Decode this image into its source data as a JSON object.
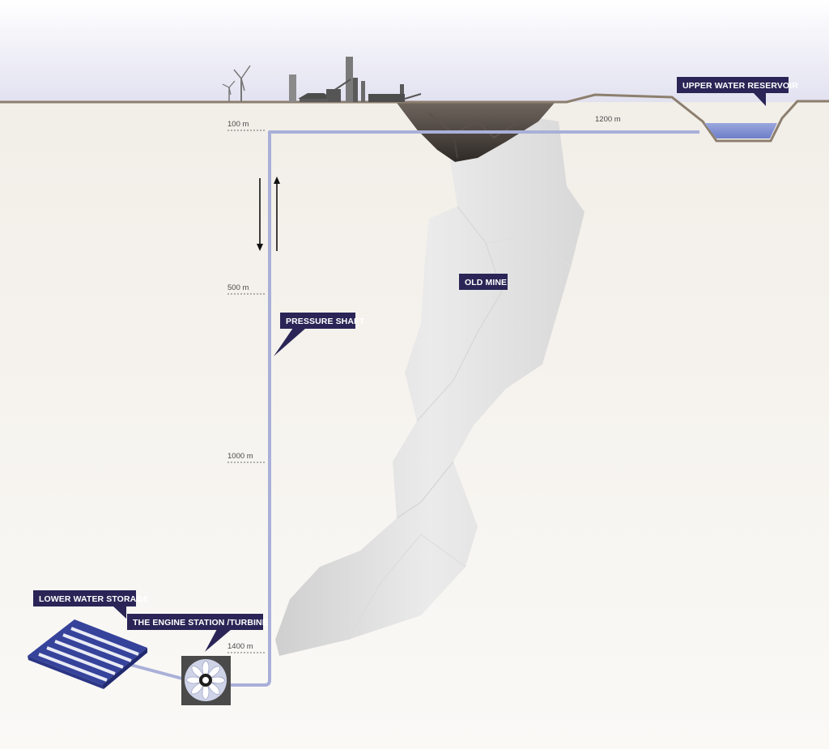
{
  "labels": {
    "upper_reservoir": "UPPER WATER RESERVOIR",
    "old_mine": "OLD MINE",
    "pressure_shaft": "PRESSURE SHAFT",
    "lower_storage": "LOWER WATER STORAGE",
    "engine_station": "THE ENGINE STATION /TURBINE"
  },
  "depth_markers": {
    "d100": "100 m",
    "d500": "500 m",
    "d1000": "1000 m",
    "d1400": "1400 m"
  },
  "horizontal_distance": "1200 m",
  "colors": {
    "label_bg": "#2a2556",
    "pipe": "#a9b0d8",
    "ground_line": "#8d7f6e",
    "water": "#7e8fd3",
    "mine": "#e3e3e3",
    "sky_top": "#ffffff",
    "sky_bottom": "#e4e3f1"
  },
  "icons": [
    "wind-turbine-icon",
    "industrial-plant-icon",
    "turbine-icon",
    "up-arrow-icon",
    "down-arrow-icon"
  ]
}
